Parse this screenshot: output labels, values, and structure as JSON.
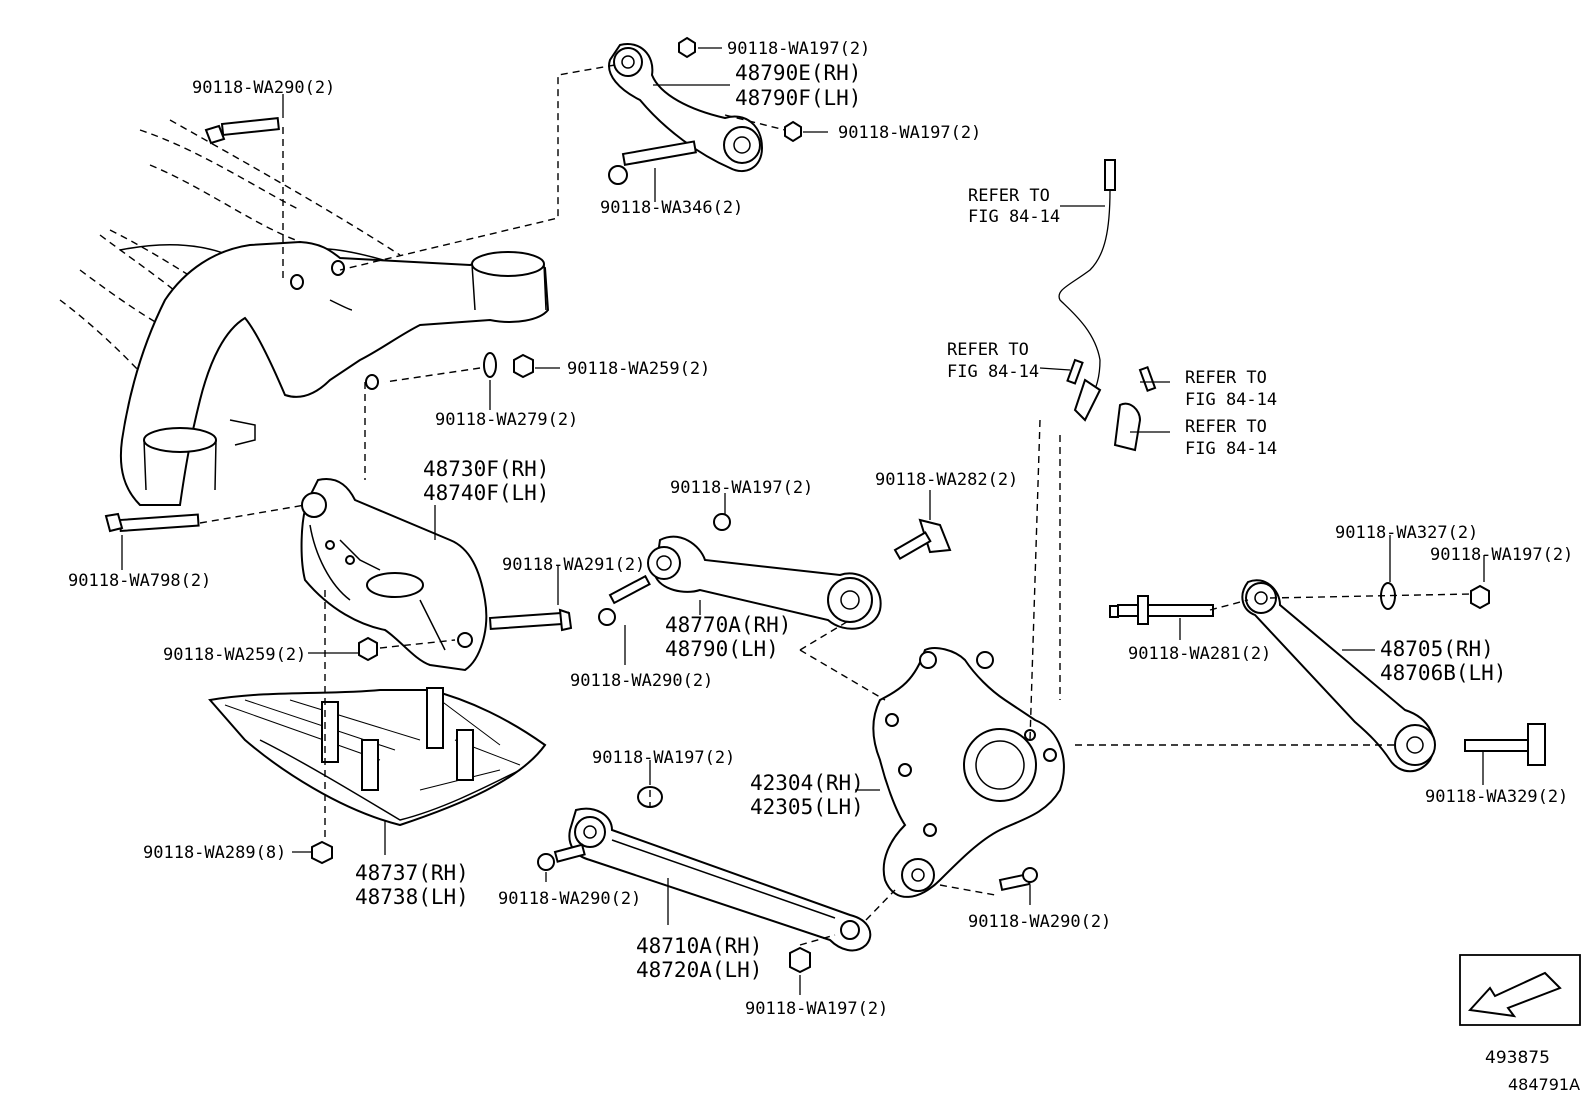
{
  "labels": {
    "wa197_top": "90118-WA197(2)",
    "upper_arm_rh": "48790E(RH)",
    "upper_arm_lh": "48790F(LH)",
    "wa197_upper_right": "90118-WA197(2)",
    "wa290_top_left": "90118-WA290(2)",
    "wa346": "90118-WA346(2)",
    "wa259_mid": "90118-WA259(2)",
    "wa279": "90118-WA279(2)",
    "refer1_a": "REFER TO",
    "refer1_b": "FIG 84-14",
    "refer2_a": "REFER TO",
    "refer2_b": "FIG 84-14",
    "refer3_a": "REFER TO",
    "refer3_b": "FIG 84-14",
    "refer4_a": "REFER TO",
    "refer4_b": "FIG 84-14",
    "bracket_rh": "48730F(RH)",
    "bracket_lh": "48740F(LH)",
    "wa798": "90118-WA798(2)",
    "wa197_mid": "90118-WA197(2)",
    "wa282": "90118-WA282(2)",
    "wa291": "90118-WA291(2)",
    "toe_arm_rh": "48770A(RH)",
    "toe_arm_lh": "48790(LH)",
    "wa290_mid": "90118-WA290(2)",
    "wa259_left": "90118-WA259(2)",
    "wa327": "90118-WA327(2)",
    "wa197_right": "90118-WA197(2)",
    "wa281": "90118-WA281(2)",
    "rear_arm_rh": "48705(RH)",
    "rear_arm_lh": "48706B(LH)",
    "wa329": "90118-WA329(2)",
    "knuckle_rh": "42304(RH)",
    "knuckle_lh": "42305(LH)",
    "wa197_lower": "90118-WA197(2)",
    "wa289": "90118-WA289(8)",
    "cover_rh": "48737(RH)",
    "cover_lh": "48738(LH)",
    "wa290_lower_left": "90118-WA290(2)",
    "lower_arm_rh": "48710A(RH)",
    "lower_arm_lh": "48720A(LH)",
    "wa290_lower_right": "90118-WA290(2)",
    "wa197_bottom": "90118-WA197(2)",
    "ref_number": "493875",
    "fig_code": "484791A"
  },
  "icons": {
    "front_arrow": "front-direction-arrow-icon"
  }
}
